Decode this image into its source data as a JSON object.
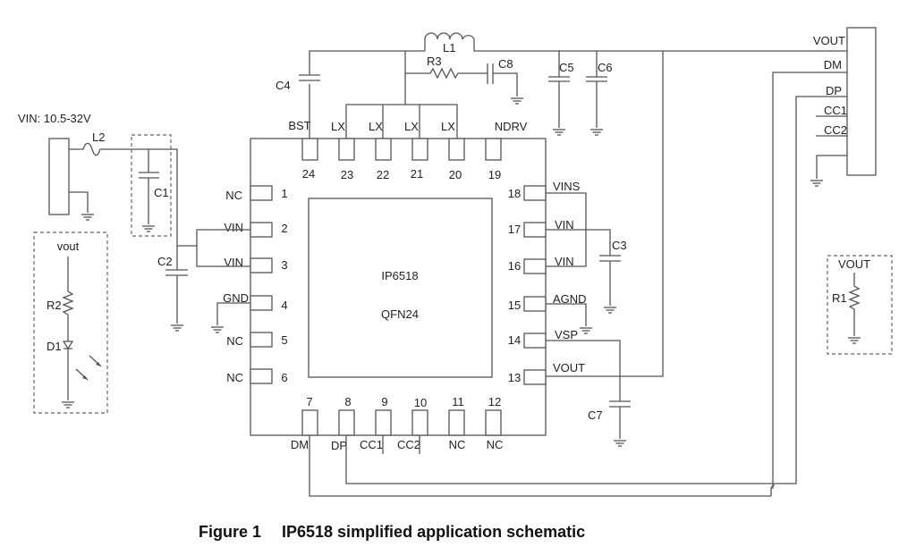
{
  "figure": {
    "caption_number": "Figure 1",
    "caption_text": "IP6518 simplified application schematic"
  },
  "ic": {
    "name": "IP6518",
    "package": "QFN24",
    "pins_left": [
      {
        "num": "1",
        "name": "NC"
      },
      {
        "num": "2",
        "name": "VIN"
      },
      {
        "num": "3",
        "name": "VIN"
      },
      {
        "num": "4",
        "name": "GND"
      },
      {
        "num": "5",
        "name": "NC"
      },
      {
        "num": "6",
        "name": "NC"
      }
    ],
    "pins_bottom": [
      {
        "num": "7",
        "name": "DM"
      },
      {
        "num": "8",
        "name": "DP"
      },
      {
        "num": "9",
        "name": "CC1"
      },
      {
        "num": "10",
        "name": "CC2"
      },
      {
        "num": "11",
        "name": "NC"
      },
      {
        "num": "12",
        "name": "NC"
      }
    ],
    "pins_right": [
      {
        "num": "13",
        "name": "VOUT"
      },
      {
        "num": "14",
        "name": "VSP"
      },
      {
        "num": "15",
        "name": "AGND"
      },
      {
        "num": "16",
        "name": "VIN"
      },
      {
        "num": "17",
        "name": "VIN"
      },
      {
        "num": "18",
        "name": "VINS"
      }
    ],
    "pins_top": [
      {
        "num": "19",
        "name": "NDRV"
      },
      {
        "num": "20",
        "name": "LX"
      },
      {
        "num": "21",
        "name": "LX"
      },
      {
        "num": "22",
        "name": "LX"
      },
      {
        "num": "23",
        "name": "LX"
      },
      {
        "num": "24",
        "name": "BST"
      }
    ]
  },
  "input": {
    "label": "VIN:  10.5-32V"
  },
  "components": {
    "L1": "L1",
    "L2": "L2",
    "C1": "C1",
    "C2": "C2",
    "C3": "C3",
    "C4": "C4",
    "C5": "C5",
    "C6": "C6",
    "C7": "C7",
    "C8": "C8",
    "R1": "R1",
    "R2": "R2",
    "R3": "R3",
    "D1": "D1"
  },
  "led_block": {
    "supply_label": "vout"
  },
  "r1_block": {
    "supply_label": "VOUT"
  },
  "usb_connector": {
    "pins": [
      "VOUT",
      "DM",
      "DP",
      "CC1",
      "CC2"
    ]
  }
}
